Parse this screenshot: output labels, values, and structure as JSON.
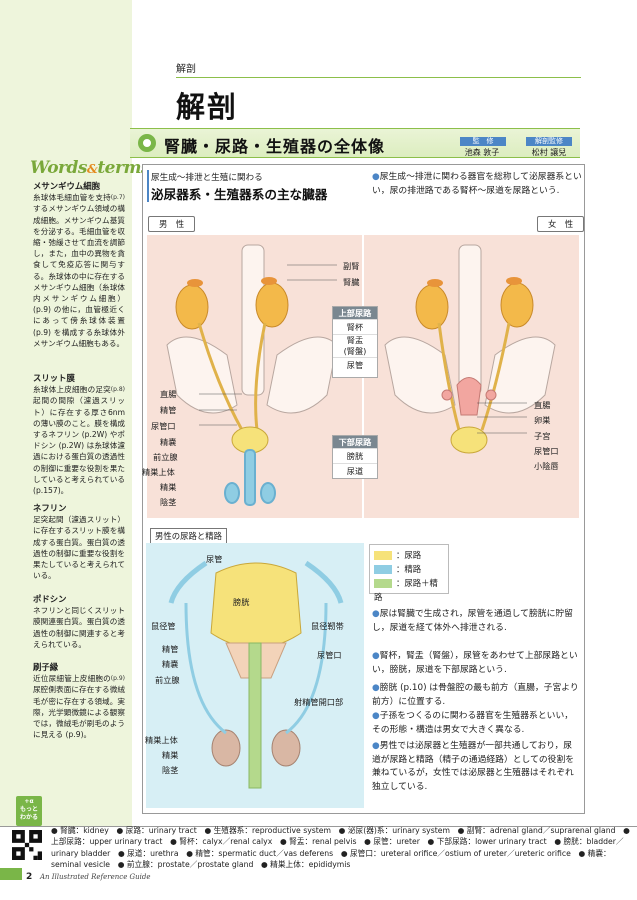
{
  "header": {
    "section": "解剖",
    "title": "解剖",
    "section_title": "腎臓・尿路・生殖器の全体像",
    "supervisor_label": "監　修",
    "supervisor_name": "池森 敦子",
    "illustration_label": "解剖監修",
    "illustration_name": "松村 讓兒"
  },
  "sidebar": {
    "logo_words": "Words",
    "logo_amp": "&",
    "logo_terms": "terms",
    "terms": [
      {
        "title": "メサンギウム細胞",
        "ref": "(p.7)",
        "body": "糸球体毛細血管を支持するメサンギウム領域の構成細胞。メサンギウム基質を分泌する。毛細血管を収縮・弛緩させて血流を調節し，また，血中の異物を貪食して免疫応答に関与する。糸球体の中に存在するメサンギウム細胞（糸球体内メサンギウム細胞）(p.9) の他に，血管極近くにあって傍糸球体装置 (p.9) を構成する糸球体外メサンギウム細胞もある。"
      },
      {
        "title": "スリット膜",
        "ref": "(p.8)",
        "body": "糸球体上皮細胞の足突起間の間隙（濾過スリット）に存在する厚さ6nmの薄い膜のこと。膜を構成するネフリン (p.2W) やポドシン (p.2W) は糸球体濾過における蛋白質の透過性の制御に重要な役割を果たしていると考えられている (p.157)。"
      },
      {
        "title": "ネフリン",
        "ref": "",
        "body": "足突起間（濾過スリット）に存在するスリット膜を構成する蛋白質。蛋白質の透過性の制御に重要な役割を果たしていると考えられている。"
      },
      {
        "title": "ポドシン",
        "ref": "",
        "body": "ネフリンと同じくスリット膜関連蛋白質。蛋白質の透過性の制御に関連すると考えられている。"
      },
      {
        "title": "刷子縁",
        "ref": "(p.9)",
        "body": "近位尿細管上皮細胞の尿腔側表面に存在する微絨毛が密に存在する領域。実際，光学顕微鏡による観察では，微絨毛が刷毛のように見える (p.9)。"
      }
    ]
  },
  "main": {
    "sub_caption": "尿生成～排泄と生殖に関わる",
    "sub_heading": "泌尿器系・生殖器系の主な臓器",
    "intro_note": "尿生成～排泄に関わる器官を総称して泌尿器系といい，尿の排泄路である腎杯～尿道を尿路という.",
    "male_label": "男　性",
    "female_label": "女　性",
    "center_labels": {
      "adrenal": "副腎",
      "kidney": "腎臓"
    },
    "upper_tract": {
      "title": "上部尿路",
      "items": [
        "腎杯",
        "腎盂\n(腎盤)",
        "尿管"
      ]
    },
    "lower_tract": {
      "title": "下部尿路",
      "items": [
        "膀胱",
        "尿道"
      ]
    },
    "male_labels": [
      "直腸",
      "精管",
      "尿管口",
      "精嚢",
      "前立腺",
      "精巣上体",
      "精巣",
      "陰茎"
    ],
    "female_labels": [
      "直腸",
      "卵巣",
      "子宮",
      "尿管口",
      "小陰唇"
    ],
    "lower_title": "男性の尿路と精路",
    "lower_labels": {
      "ureter": "尿管",
      "bladder": "膀胱",
      "inguinal": "鼠径管",
      "inguinal_lig": "鼠径靭帯",
      "vas": "精管",
      "seminal": "精嚢",
      "ureteric_orifice": "尿管口",
      "prostate": "前立腺",
      "ejaculatory": "射精管開口部",
      "epididymis": "精巣上体",
      "testis": "精巣",
      "penis": "陰茎"
    },
    "legend": [
      {
        "label": "：尿路",
        "color": "#f6e27a"
      },
      {
        "label": "：精路",
        "color": "#8fcde3"
      },
      {
        "label": "：尿路＋精路",
        "color": "#b4d98c"
      }
    ],
    "notes": [
      "尿は腎臓で生成され，尿管を通過して膀胱に貯留し，尿道を経て体外へ排泄される.",
      "腎杯，腎盂（腎盤），尿管をあわせて上部尿路といい，膀胱，尿道を下部尿路という.",
      "膀胱 (p.10) は骨盤腔の最も前方（直腸，子宮より前方）に位置する.",
      "子孫をつくるのに関わる器官を生殖器系といい，その形態・構造は男女で大きく異なる.",
      "男性では泌尿器と生殖器が一部共通しており，尿道が尿路と精路（精子の通過経路）としての役割を兼ねているが，女性では泌尿器と生殖器はそれぞれ独立している."
    ]
  },
  "footer": {
    "more_badge": "+α\nもっと\nわかる",
    "glossary": "● 腎臓：kidney　● 尿路：urinary tract　● 生殖器系：reproductive system　● 泌尿(器)系：urinary system　● 副腎：adrenal gland／suprarenal gland　● 上部尿路：upper urinary tract　● 腎杯：calyx／renal calyx　● 腎盂：renal pelvis　● 尿管：ureter　● 下部尿路：lower urinary tract　● 膀胱：bladder／urinary bladder　● 尿道：urethra　● 精管：spermatic duct／vas deferens　● 尿管口：ureteral orifice／ostium of ureter／ureteric orifice　● 精嚢：seminal vesicle　● 前立腺：prostate／prostate gland　● 精巣上体：epididymis",
    "page_number": "2",
    "book_name": "An Illustrated Reference Guide"
  }
}
